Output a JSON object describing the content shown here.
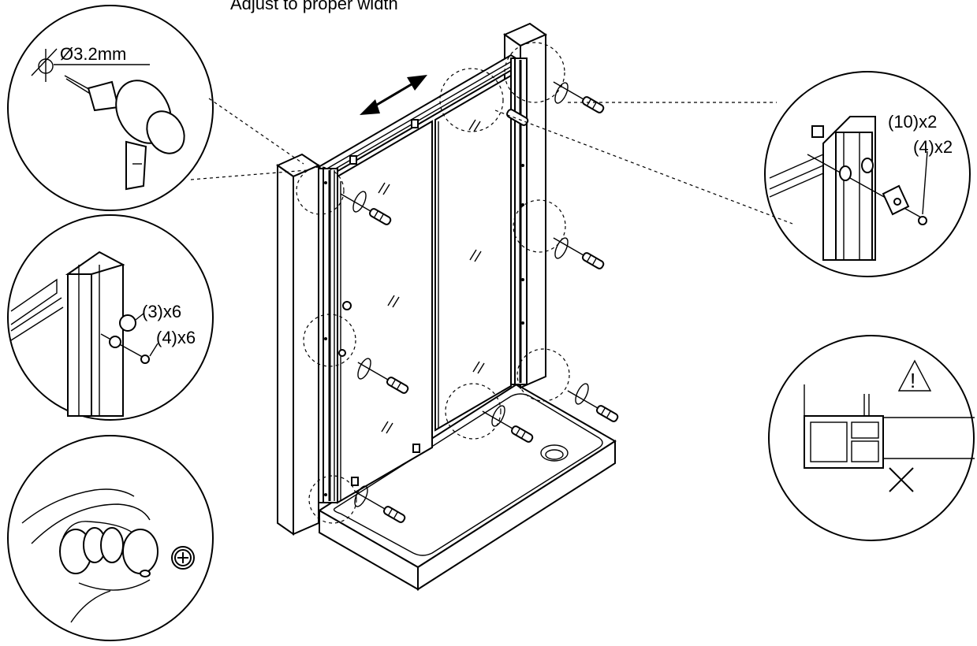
{
  "title": "Adjust to proper width",
  "callouts": {
    "drill_bit": "Ø3.2mm",
    "top_right_part_a": "(10)x2",
    "top_right_part_b": "(4)x2",
    "left_part_a": "(3)x6",
    "left_part_b": "(4)x6"
  },
  "warning_symbol": "!",
  "icons": [
    "drill-icon",
    "screwdriver-icon",
    "warning-triangle-icon",
    "cross-mark-icon",
    "hand-icon",
    "screw-cap-icon",
    "double-arrow-icon"
  ],
  "colors": {
    "line": "#000000",
    "background": "#ffffff",
    "screw_axis_accent": "#d23b3b"
  }
}
